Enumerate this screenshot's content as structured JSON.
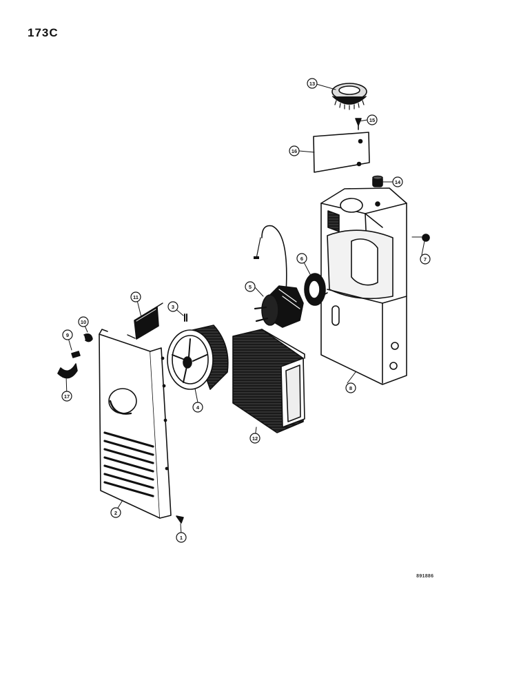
{
  "figure": {
    "number": "173C",
    "code": "891886"
  },
  "callouts": [
    "1",
    "2",
    "3",
    "4",
    "5",
    "6",
    "7",
    "8",
    "9",
    "10",
    "11",
    "12",
    "13",
    "14",
    "15",
    "16",
    "17"
  ]
}
